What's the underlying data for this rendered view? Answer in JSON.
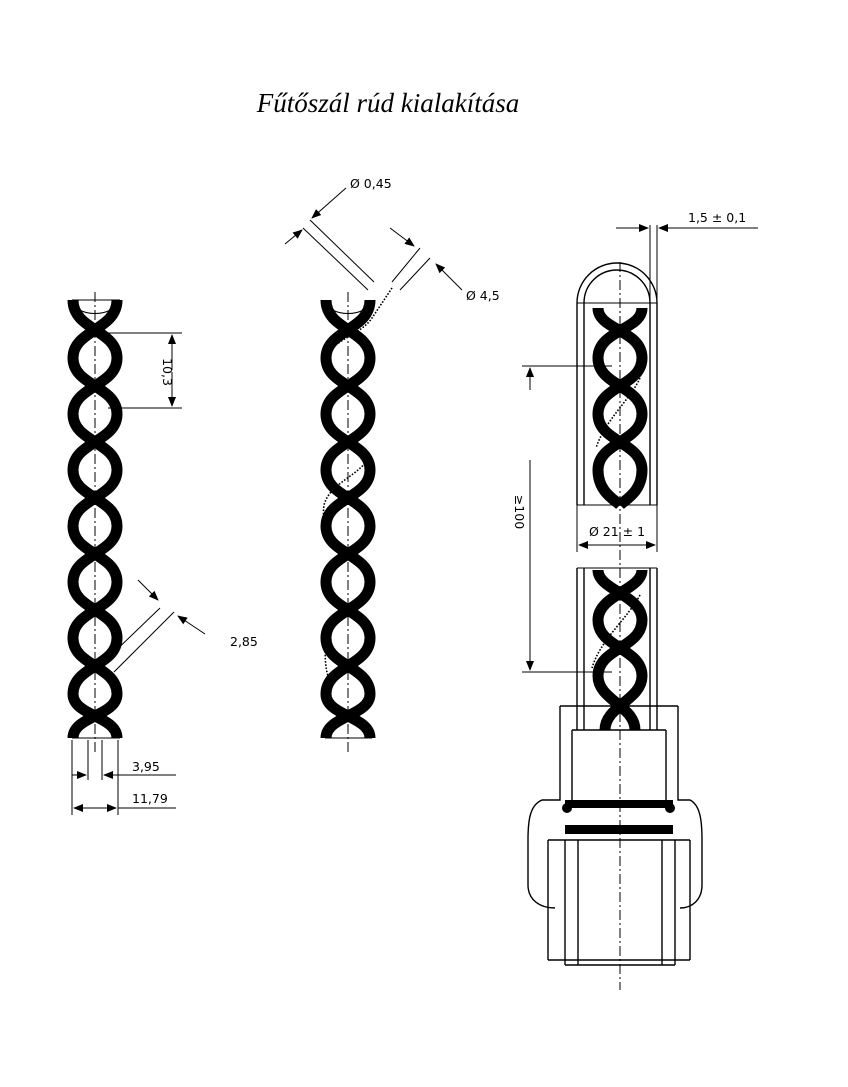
{
  "title": "Fűtőszál rúd kialakítása",
  "dimensions": {
    "pitch": "10,3",
    "strand_width": "2,85",
    "core_width": "3,95",
    "overall_width": "11,79",
    "wire_diameter": "Ø 0,45",
    "coil_diameter": "Ø 4,5",
    "wall_thickness": "1,5 ± 0,1",
    "tube_diameter": "Ø 21 ± 1",
    "length": "≥100"
  }
}
